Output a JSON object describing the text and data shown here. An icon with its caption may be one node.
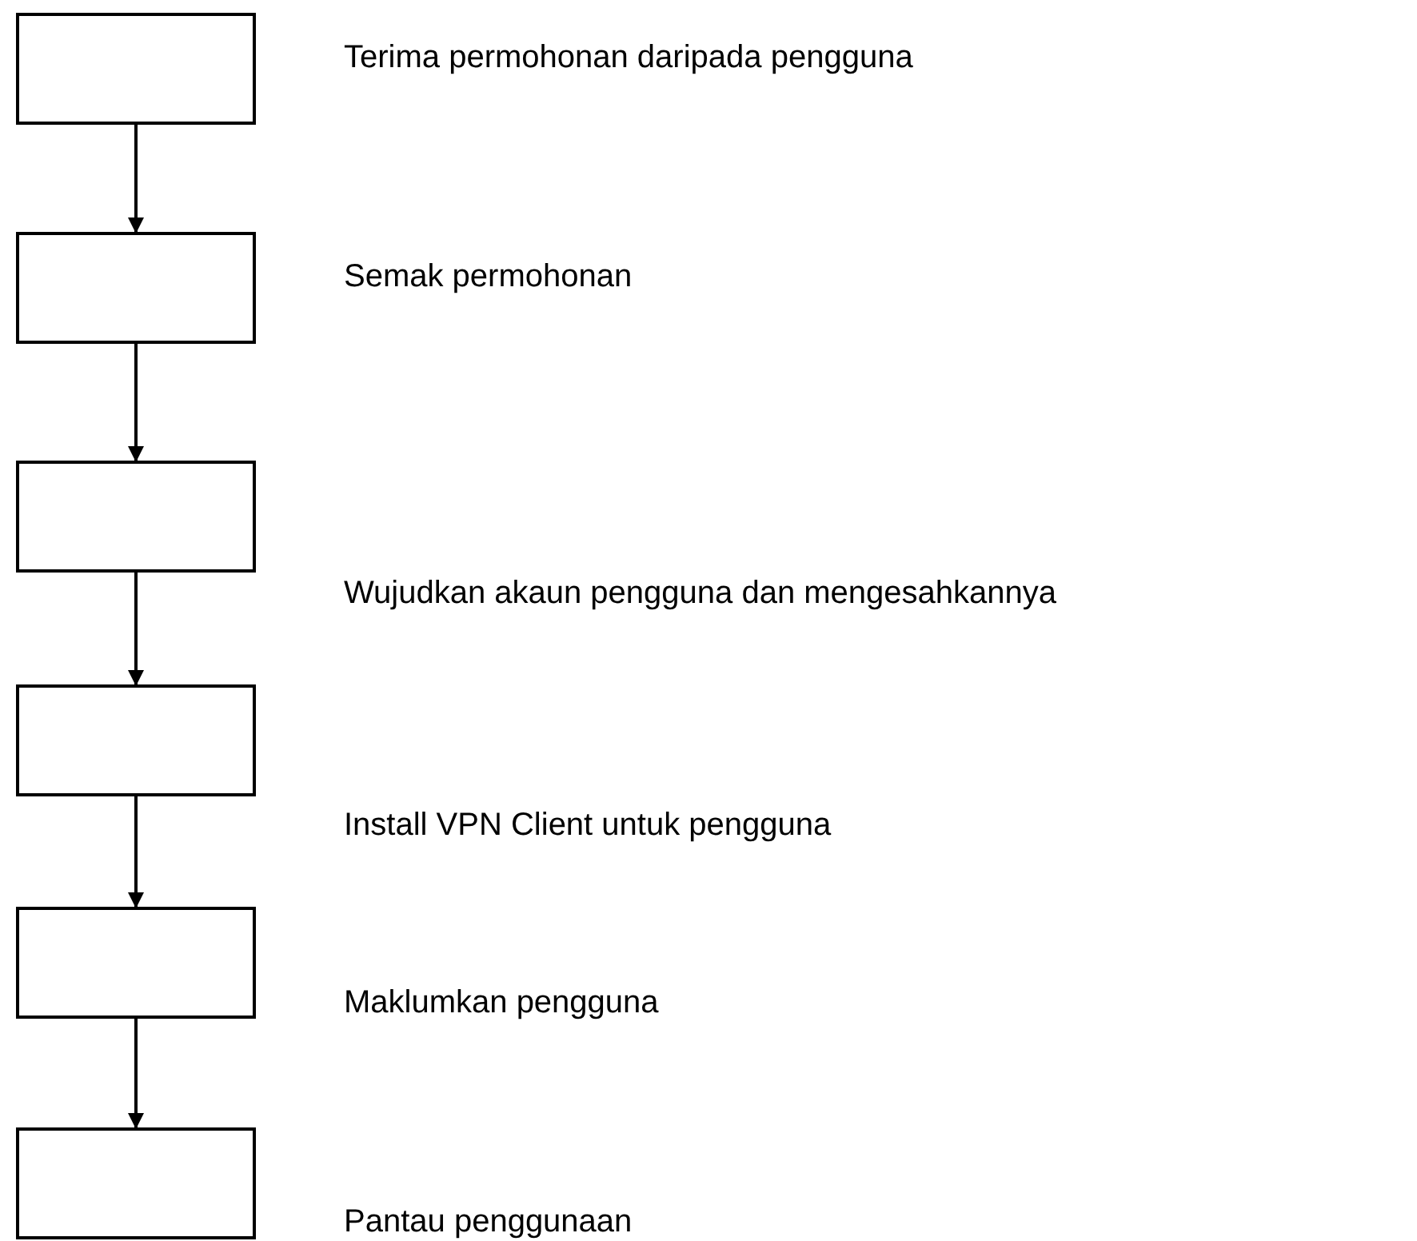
{
  "diagram": {
    "nodes": [
      {
        "text": [],
        "shape": "box",
        "beside": [
          "Terima permohonan daripada pengguna"
        ]
      },
      {
        "text": [],
        "shape": "box",
        "beside": [
          "Semak permohonan"
        ]
      },
      {
        "text": [],
        "shape": "box",
        "beside": [
          "Wujudkan akaun pengguna dan mengesahkannya"
        ]
      },
      {
        "text": [],
        "shape": "box",
        "beside": [
          "Install VPN Client untuk pengguna"
        ]
      },
      {
        "text": [],
        "shape": "box",
        "beside": [
          "Maklumkan pengguna"
        ]
      },
      {
        "text": [],
        "shape": "box",
        "beside": [
          "Pantau penggunaan"
        ]
      }
    ],
    "edges": [
      {
        "from": 0,
        "to": 1,
        "arrow": "to"
      },
      {
        "from": 1,
        "to": 2,
        "arrow": "to"
      },
      {
        "from": 2,
        "to": 3,
        "arrow": "to"
      },
      {
        "from": 3,
        "to": 4,
        "arrow": "to"
      },
      {
        "from": 4,
        "to": 5,
        "arrow": "to"
      }
    ]
  }
}
